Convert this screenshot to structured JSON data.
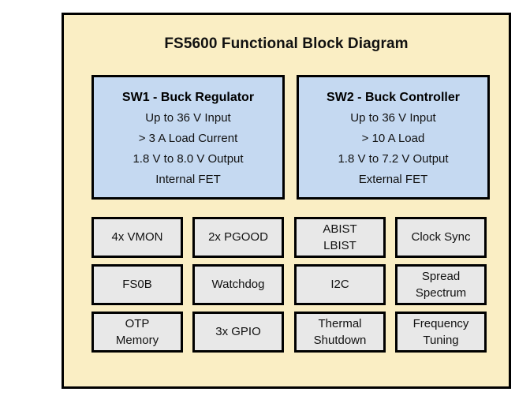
{
  "diagram": {
    "title": "FS5600 Functional Block Diagram",
    "colors": {
      "frame_background": "#faeec4",
      "frame_border": "#000000",
      "sw_block_fill": "#c5d9f1",
      "feature_block_fill": "#e8e8e8",
      "text": "#111111",
      "page_background": "#ffffff"
    },
    "switching_blocks": [
      {
        "id": "sw1",
        "heading": "SW1 - Buck Regulator",
        "lines": [
          "Up to 36 V Input",
          "> 3 A Load Current",
          "1.8 V to 8.0 V Output",
          "Internal FET"
        ]
      },
      {
        "id": "sw2",
        "heading": "SW2 - Buck Controller",
        "lines": [
          "Up to 36 V Input",
          "> 10 A Load",
          "1.8 V to 7.2 V Output",
          "External FET"
        ]
      }
    ],
    "feature_grid": {
      "rows": 3,
      "columns": 4,
      "cells": [
        {
          "id": "vmon",
          "lines": [
            "4x VMON"
          ]
        },
        {
          "id": "pgood",
          "lines": [
            "2x PGOOD"
          ]
        },
        {
          "id": "bist",
          "lines": [
            "ABIST",
            "LBIST"
          ]
        },
        {
          "id": "clock-sync",
          "lines": [
            "Clock Sync"
          ]
        },
        {
          "id": "fs0b",
          "lines": [
            "FS0B"
          ]
        },
        {
          "id": "watchdog",
          "lines": [
            "Watchdog"
          ]
        },
        {
          "id": "i2c",
          "lines": [
            "I2C"
          ]
        },
        {
          "id": "spread-spectrum",
          "lines": [
            "Spread",
            "Spectrum"
          ]
        },
        {
          "id": "otp-memory",
          "lines": [
            "OTP",
            "Memory"
          ]
        },
        {
          "id": "gpio",
          "lines": [
            "3x GPIO"
          ]
        },
        {
          "id": "thermal-shutdown",
          "lines": [
            "Thermal",
            "Shutdown"
          ]
        },
        {
          "id": "frequency-tuning",
          "lines": [
            "Frequency",
            "Tuning"
          ]
        }
      ]
    }
  }
}
